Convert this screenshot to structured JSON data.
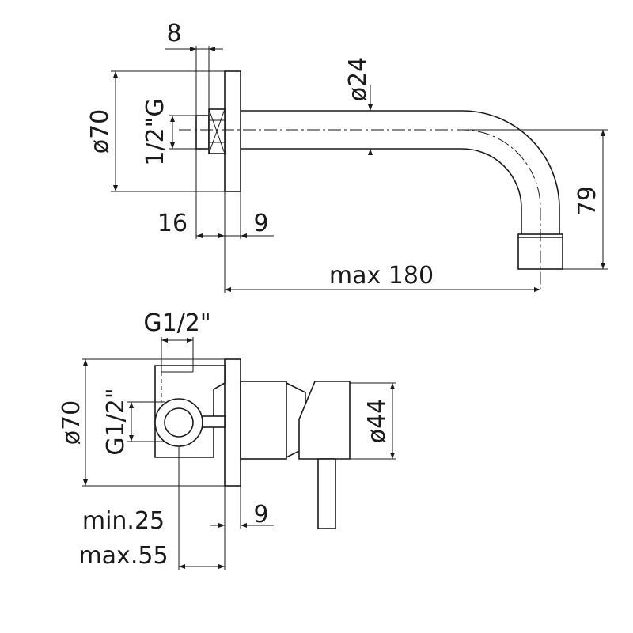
{
  "spout_view": {
    "flange_diameter": "ø70",
    "thread_label": "1/2\"G",
    "pipe_diameter": "ø24",
    "nut_length": "8",
    "wall_offset": "16",
    "flange_thickness": "9",
    "spout_height": "79",
    "projection": "max 180"
  },
  "mixer_view": {
    "inlet_thread_top": "G1/2\"",
    "flange_diameter": "ø70",
    "inlet_thread_side": "G1/2\"",
    "body_diameter": "ø44",
    "flange_thickness": "9",
    "min_depth": "min.25",
    "max_depth": "max.55"
  }
}
